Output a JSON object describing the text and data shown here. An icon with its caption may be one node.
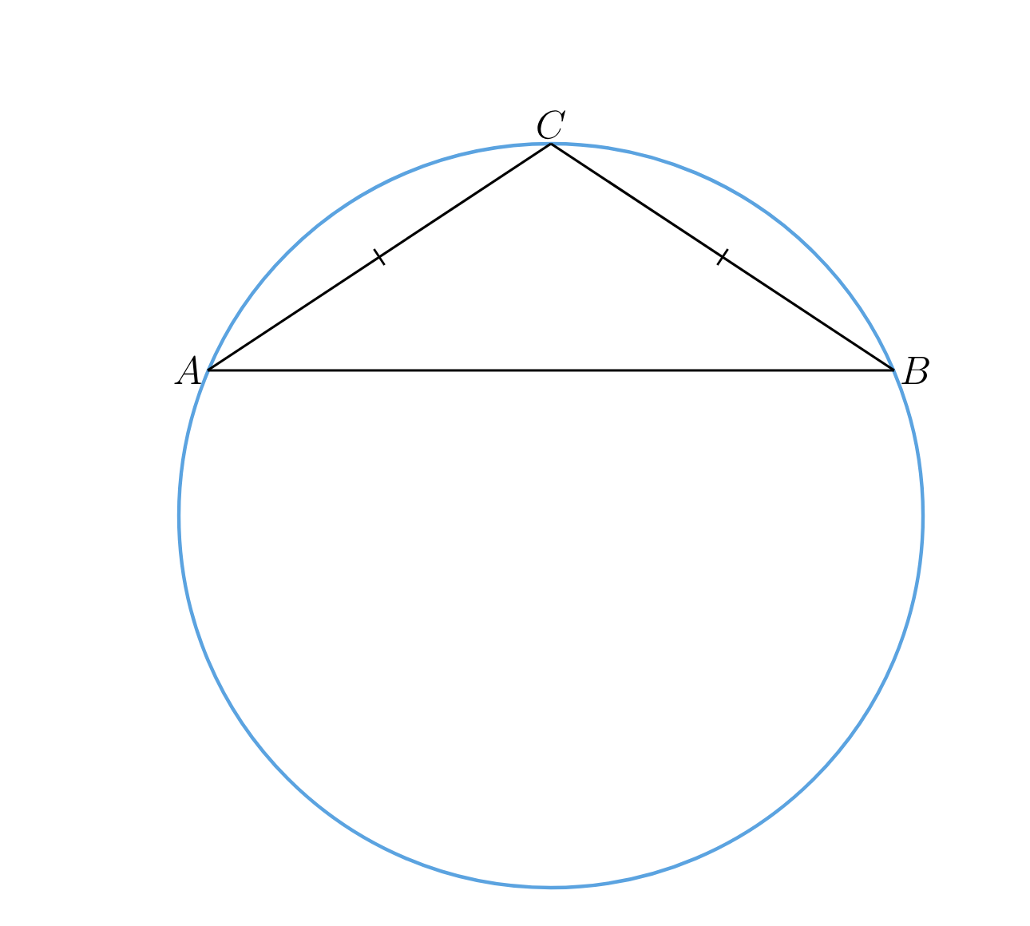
{
  "diagram": {
    "nodes": [
      {
        "text": [
          "A"
        ]
      },
      {
        "text": [
          "B"
        ]
      },
      {
        "text": [
          "C"
        ]
      }
    ],
    "edges": [
      {
        "from": 0,
        "to": 2,
        "arrow": "none"
      },
      {
        "from": 2,
        "to": 1,
        "arrow": "none"
      },
      {
        "from": 0,
        "to": 1,
        "arrow": "none"
      }
    ]
  }
}
